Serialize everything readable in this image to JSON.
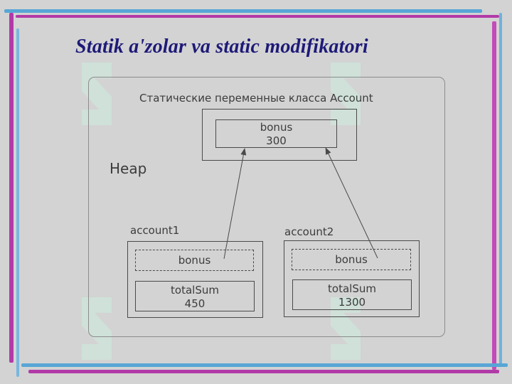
{
  "slide": {
    "title": "Statik a'zolar va static modifikatori"
  },
  "diagram": {
    "static_area_label": "Статические переменные класса Account",
    "static_field": {
      "name": "bonus",
      "value": "300"
    },
    "heap_label": "Heap",
    "objects": [
      {
        "label": "account1",
        "ref_field": "bonus",
        "field_name": "totalSum",
        "field_value": "450"
      },
      {
        "label": "account2",
        "ref_field": "bonus",
        "field_name": "totalSum",
        "field_value": "1300"
      }
    ]
  },
  "colors": {
    "background": "#d3d3d3",
    "title": "#1e1a78",
    "stripe_blue": "#58a6d6",
    "stripe_magenta": "#b23aa8",
    "watermark_green": "#cdeede"
  },
  "watermark": {
    "icon": "soft-logo-icon"
  }
}
